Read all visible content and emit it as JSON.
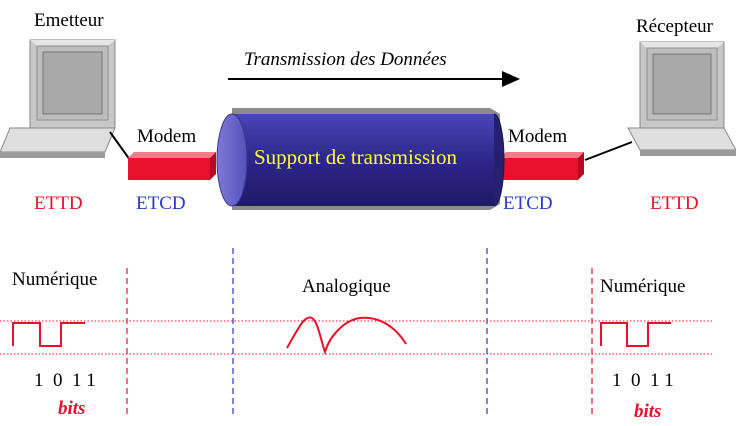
{
  "labels": {
    "emitter": "Emetteur",
    "receiver": "Récepteur",
    "transmission_title": "Transmission des Données",
    "support": "Support de transmission",
    "modem_left": "Modem",
    "modem_right": "Modem",
    "ettd_left": "ETTD",
    "etcd_left": "ETCD",
    "etcd_right": "ETCD",
    "ettd_right": "ETTD",
    "numeric_left": "Numérique",
    "analog": "Analogique",
    "numeric_right": "Numérique",
    "bits_values_left": "1  0  1 1",
    "bits_values_right": "1  0  1 1",
    "bits_left": "bits",
    "bits_right": "bits"
  },
  "colors": {
    "ettd": "#e8102c",
    "etcd": "#2b38c8",
    "modem": "#e8102c",
    "cable": "#2e2a8c",
    "signal": "#e8102c",
    "support_text": "#ffff33"
  }
}
